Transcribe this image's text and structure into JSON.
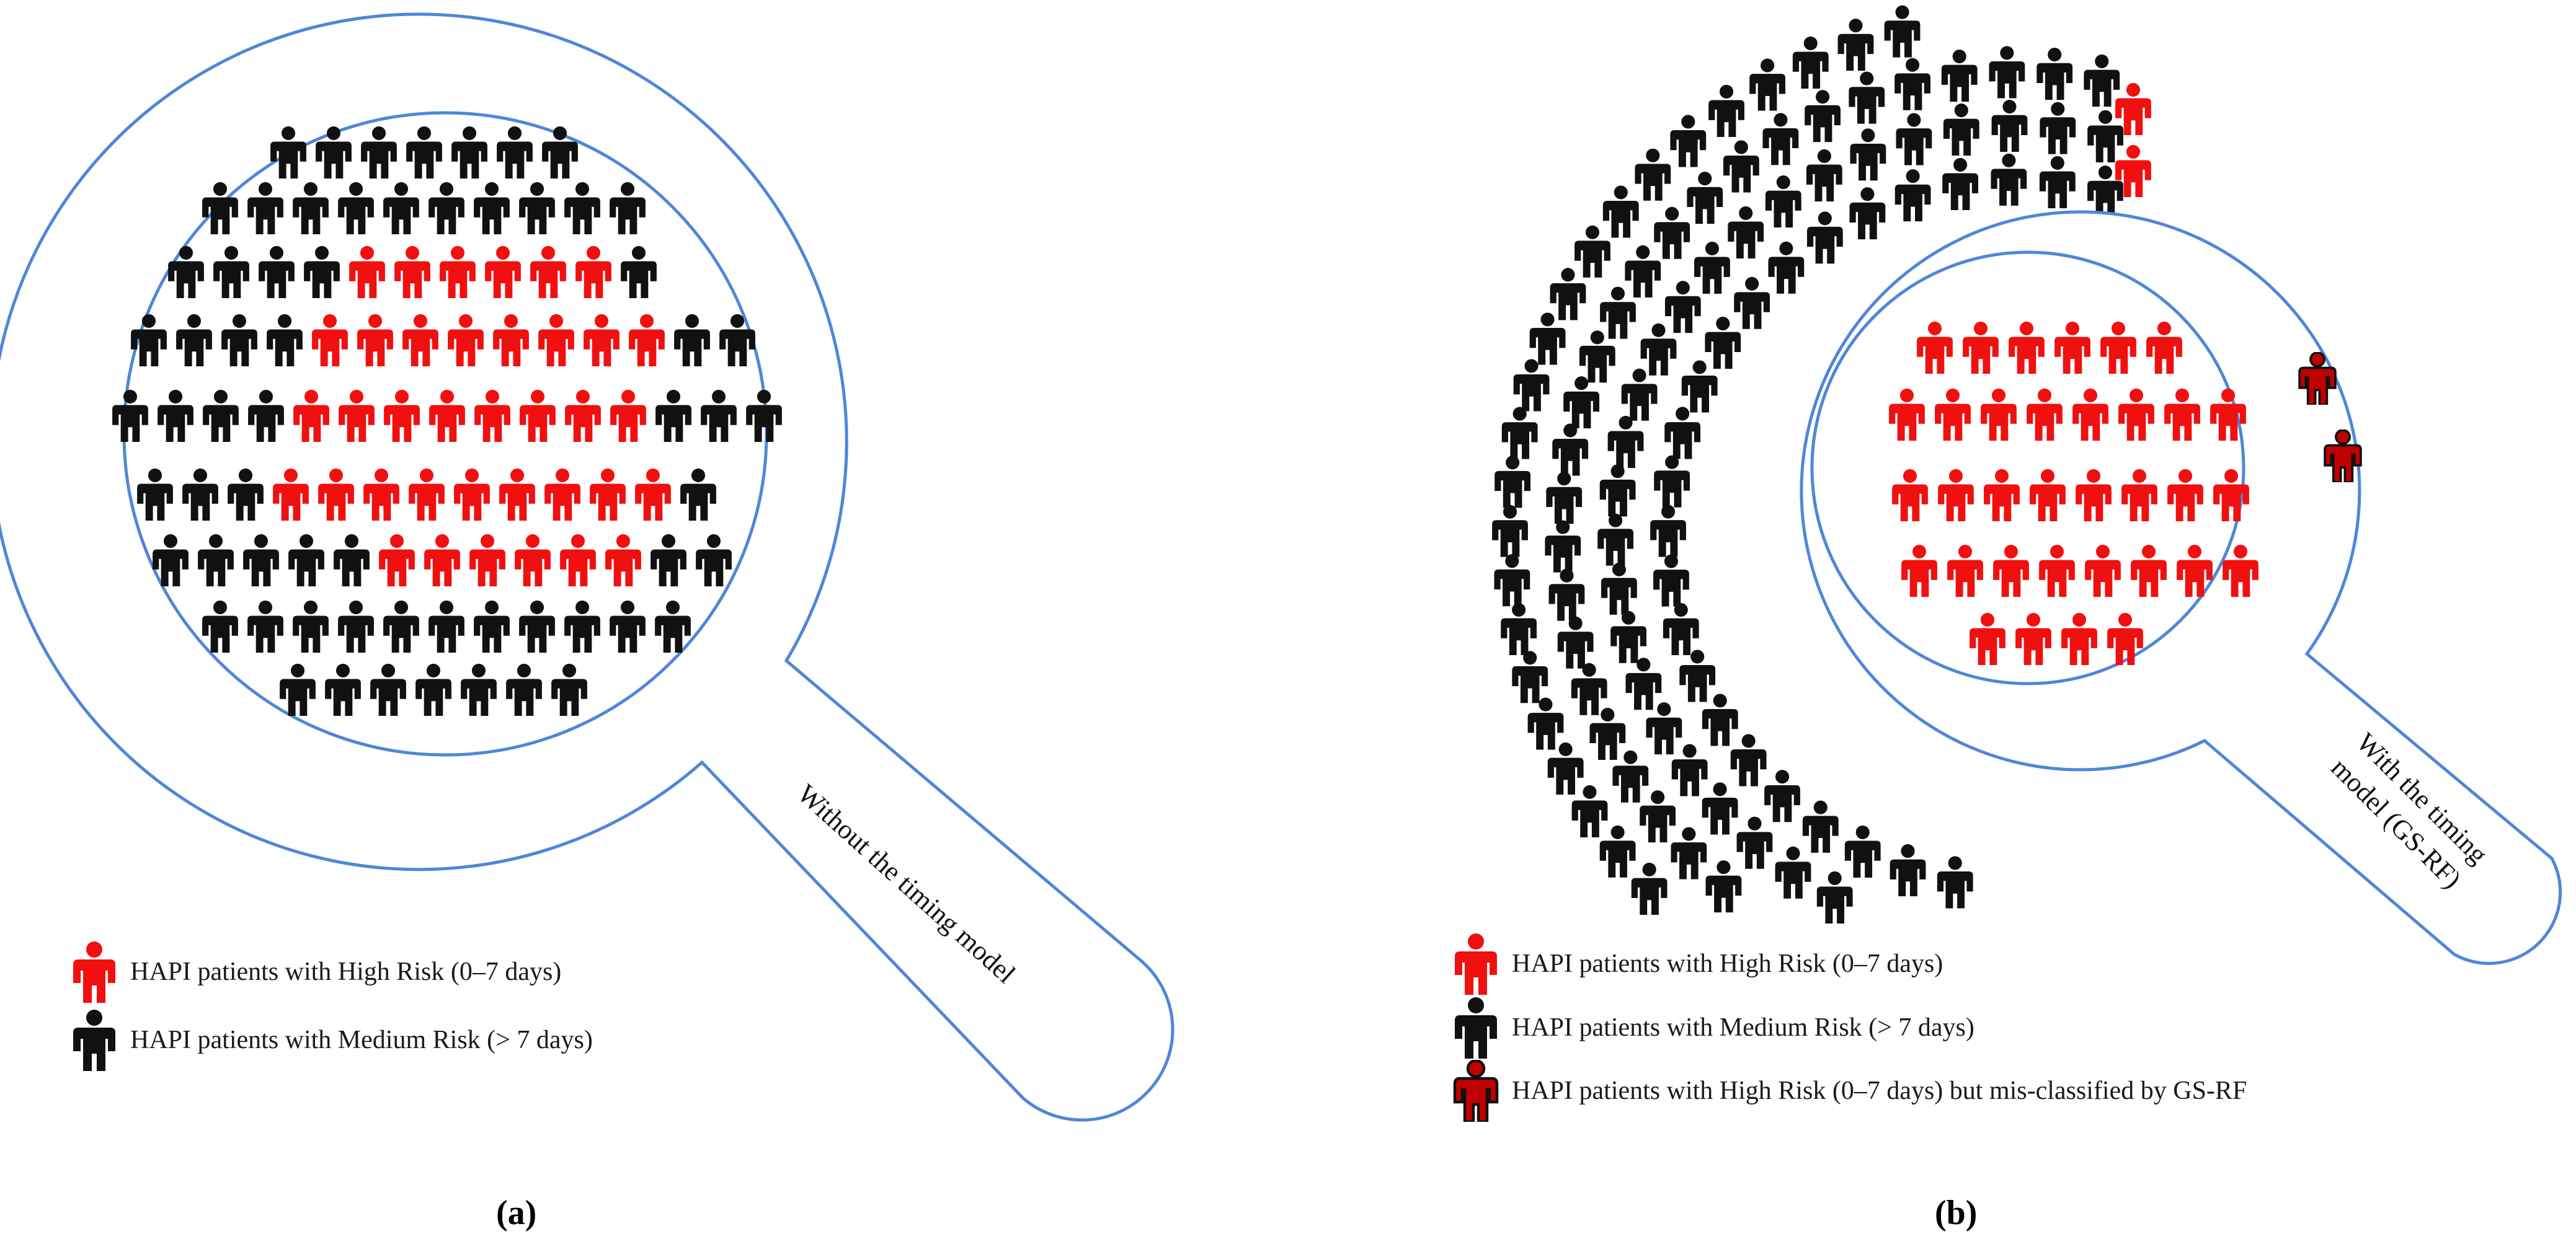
{
  "panel_a": {
    "caption": "(a)",
    "lens_label": "Without the timing model",
    "legend": [
      {
        "label": "HAPI patients with High Risk (0–7 days)",
        "icon": "red-person-icon"
      },
      {
        "label": "HAPI patients with Medium Risk (> 7 days)",
        "icon": "black-person-icon"
      }
    ]
  },
  "panel_b": {
    "caption": "(b)",
    "lens_label_line1": "With the timing",
    "lens_label_line2": "model (GS-RF)",
    "legend": [
      {
        "label": "HAPI patients with High Risk (0–7 days)",
        "icon": "red-person-icon"
      },
      {
        "label": "HAPI patients with Medium Risk (> 7 days)",
        "icon": "black-person-icon"
      },
      {
        "label": "HAPI patients with High Risk (0–7 days) but mis-classified by GS-RF",
        "icon": "misclassified-person-icon"
      }
    ]
  },
  "colors": {
    "high_risk": "#f01010",
    "medium_risk": "#111111",
    "misclassified_fill": "#c00000",
    "lens_outline": "#4f86d8"
  }
}
